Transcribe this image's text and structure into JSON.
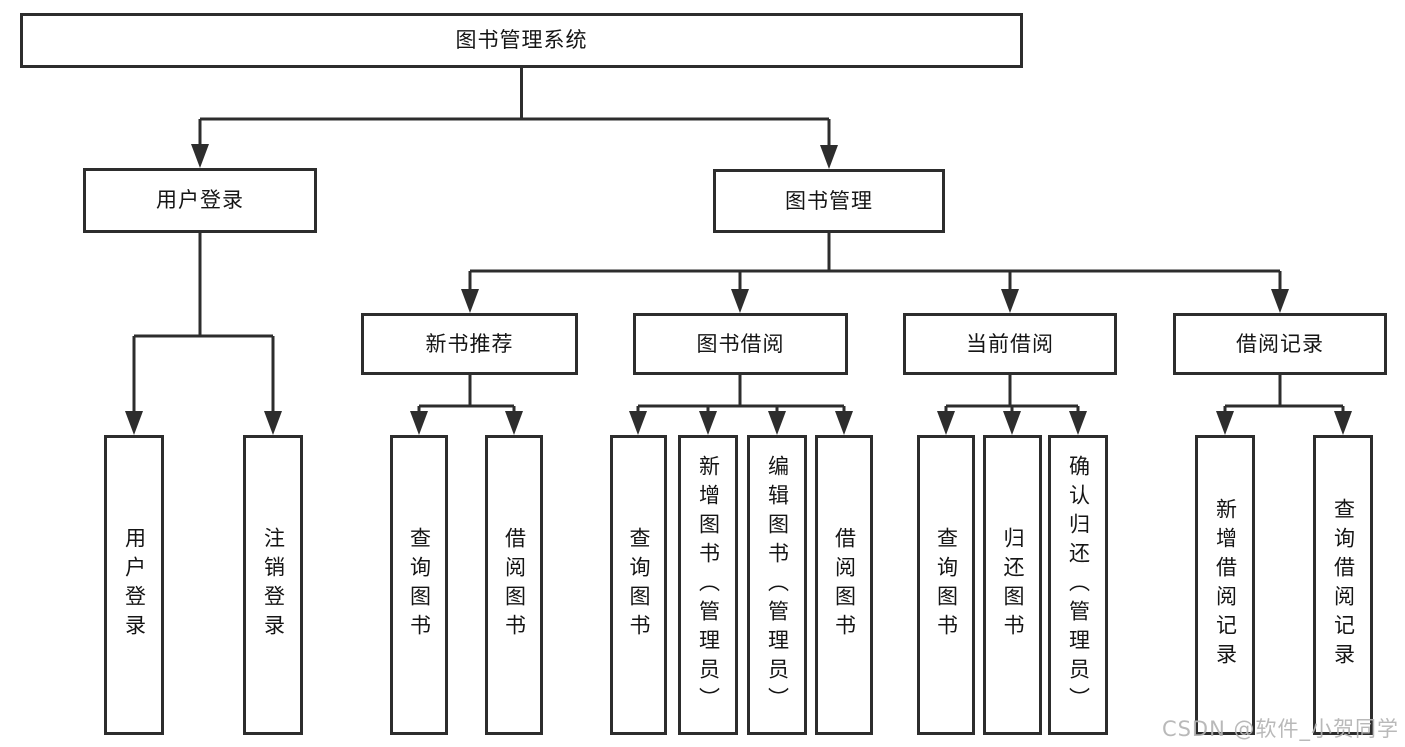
{
  "diagram_title": "图书管理系统",
  "tree": {
    "root": {
      "label": "图书管理系统"
    },
    "branches": [
      {
        "label": "用户登录",
        "children": [
          {
            "label": "用户登录"
          },
          {
            "label": "注销登录"
          }
        ]
      },
      {
        "label": "图书管理",
        "children": [
          {
            "label": "新书推荐",
            "children": [
              {
                "label": "查询图书"
              },
              {
                "label": "借阅图书"
              }
            ]
          },
          {
            "label": "图书借阅",
            "children": [
              {
                "label": "查询图书"
              },
              {
                "label": "新增图书（管理员）"
              },
              {
                "label": "编辑图书（管理员）"
              },
              {
                "label": "借阅图书"
              }
            ]
          },
          {
            "label": "当前借阅",
            "children": [
              {
                "label": "查询图书"
              },
              {
                "label": "归还图书"
              },
              {
                "label": "确认归还（管理员）"
              }
            ]
          },
          {
            "label": "借阅记录",
            "children": [
              {
                "label": "新增借阅记录"
              },
              {
                "label": "查询借阅记录"
              }
            ]
          }
        ]
      }
    ]
  },
  "watermark": {
    "text": "CSDN @软件_小贺同学"
  },
  "colors": {
    "line": "#2d2d2d",
    "text": "#151515",
    "watermark": "#b4b4b4",
    "background": "#ffffff"
  }
}
